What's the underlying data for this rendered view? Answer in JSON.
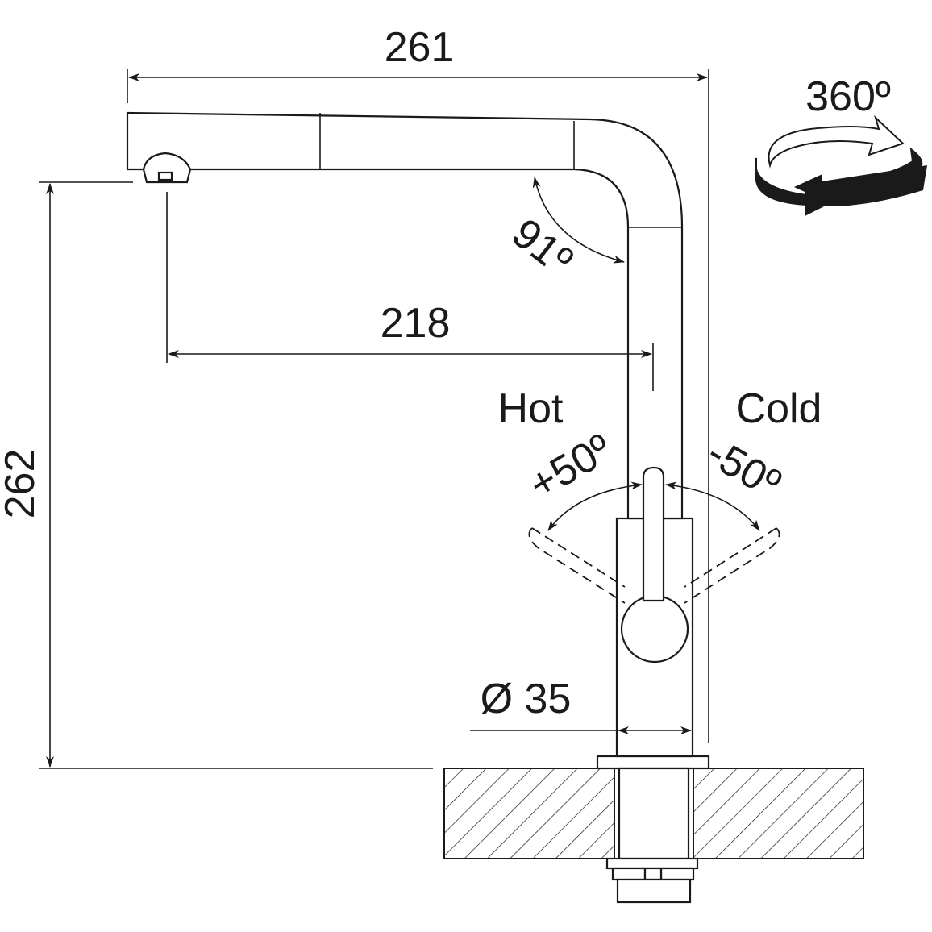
{
  "drawing": {
    "width_total": "261",
    "reach": "218",
    "height_total": "262",
    "spout_angle": "91º",
    "rotation": "360º",
    "hot_label": "Hot",
    "cold_label": "Cold",
    "hot_angle": "+50º",
    "cold_angle": "-50º",
    "diameter": "Ø 35"
  }
}
